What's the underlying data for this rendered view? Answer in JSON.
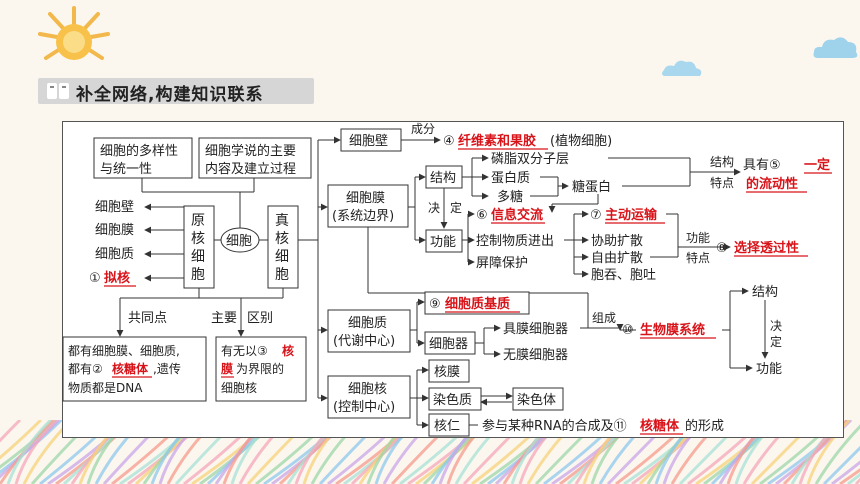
{
  "header": {
    "title": "补全网络,构建知识联系"
  },
  "colors": {
    "answer": "#d8141a",
    "line": "#333333",
    "banner": "#d6d6d6"
  },
  "left": {
    "diversity": [
      "细胞的多样性",
      "与统一性"
    ],
    "theory": [
      "细胞学说的主要",
      "内容及建立过程"
    ],
    "items": [
      "细胞壁",
      "细胞膜",
      "细胞质"
    ],
    "item_num": "①",
    "item_ans": "拟核",
    "prokaryote": [
      "原",
      "核",
      "细",
      "胞"
    ],
    "cell": "细胞",
    "eukaryote": [
      "真",
      "核",
      "细",
      "胞"
    ],
    "common_label": "共同点",
    "main_label": "主要",
    "diff_label": "区别",
    "common_box": {
      "l1": "都有细胞膜、细胞质,",
      "l2a": "都有②",
      "l2ans": "核糖体",
      "l2b": ",遗传",
      "l3": "物质都是DNA"
    },
    "diff_box": {
      "l1a": "有无以③",
      "l1ans": "核",
      "l2ans": "膜",
      "l2b": "为界限的",
      "l3": "细胞核"
    }
  },
  "wall": {
    "box": "细胞壁",
    "label": "成分",
    "num": "④",
    "ans": "纤维素和果胶",
    "note": "(植物细胞)"
  },
  "membrane": {
    "box": [
      "细胞膜",
      "(系统边界)"
    ],
    "structure": "结构",
    "decide": [
      "决",
      "定"
    ],
    "function": "功能",
    "components": [
      "磷脂双分子层",
      "蛋白质",
      "多糖"
    ],
    "glyco": "糖蛋白",
    "struct_label": [
      "结构",
      "特点"
    ],
    "feature_pre": "具有⑤",
    "feature_ans1": "一定",
    "feature_ans2": "的流动性",
    "func_items": [
      {
        "num": "⑥",
        "ans": "信息交流"
      },
      {
        "text": "控制物质进出"
      },
      {
        "text": "屏障保护"
      }
    ],
    "transport": {
      "num": "⑦",
      "ans": "主动运输"
    },
    "diffusion": [
      "协助扩散",
      "自由扩散",
      "胞吞、胞吐"
    ],
    "func_label": [
      "功能",
      "特点"
    ],
    "prop": {
      "num": "⑧",
      "ans": "选择透过性"
    }
  },
  "cytoplasm": {
    "box": [
      "细胞质",
      "(代谢中心)"
    ],
    "matrix": {
      "num": "⑨",
      "ans": "细胞质基质"
    },
    "organelle": "细胞器",
    "membranous": "具膜细胞器",
    "nonmembranous": "无膜细胞器",
    "compose": "组成",
    "system": {
      "num": "⑩",
      "ans": "生物膜系统"
    },
    "structure": "结构",
    "decide": [
      "决",
      "定"
    ],
    "function": "功能"
  },
  "nucleus": {
    "box": [
      "细胞核",
      "(控制中心)"
    ],
    "envelope": "核膜",
    "chromatin": "染色质",
    "chromosome": "染色体",
    "nucleolus": "核仁",
    "text_pre": "参与某种RNA的合成及⑪",
    "ans": "核糖体",
    "text_post": "的形成"
  }
}
